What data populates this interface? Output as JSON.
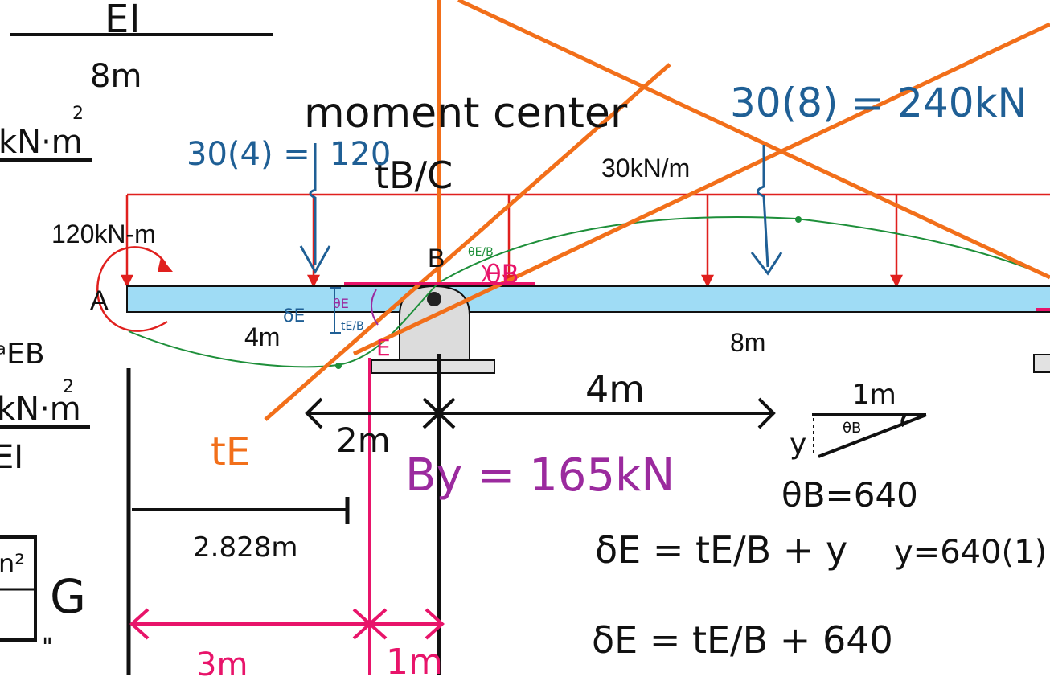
{
  "colors": {
    "beam_fill": "#9fdcf5",
    "load_red": "#e0201e",
    "tangent_orange": "#f26f1a",
    "elastic_green": "#1e8f3a",
    "annot_blue": "#1f5f95",
    "pink": "#e8146a",
    "purple": "#9b2a9e",
    "ink": "#111111"
  },
  "top_left": {
    "ei": "EI",
    "len": "8m",
    "knm_top": "kN·m",
    "sq_top": "2",
    "frag_top": "I",
    "aeb": "ᵃEB",
    "knm_mid": "kN·m",
    "sq_mid": "2",
    "ei_mid": "EI",
    "box_sq": "n²",
    "g": "G",
    "quote": "\""
  },
  "labels": {
    "moment_center": "moment center",
    "load_calc_left": "30(4) =",
    "load_val_left": "120",
    "tbc": "tB/C",
    "load_calc_right": "30(8) = 240kN",
    "dist_load": "30kN/m",
    "applied_moment": "120kN-m",
    "point_a": "A",
    "point_b": "B",
    "point_e": "E",
    "span_left": "4m",
    "span_right": "8m",
    "delta_e": "δE",
    "theta_e": "θE",
    "t_eb": "tE/B",
    "theta_eb": "θE/B",
    "theta_b": "θB",
    "t_e": "tE",
    "dim_2m": "2m",
    "dim_4m": "4m",
    "reaction": "By = 165kN",
    "dim_2828": "2.828m",
    "dim_3m": "3m",
    "dim_1m_bottom": "1m",
    "tri_1m": "1m",
    "tri_y": "y",
    "tri_theta": "θB",
    "theta_b_val": "θB=640",
    "eq1": "δE = tE/B + y",
    "eq_y": "y=640(1)",
    "eq2": "δE = tE/B + 640"
  }
}
